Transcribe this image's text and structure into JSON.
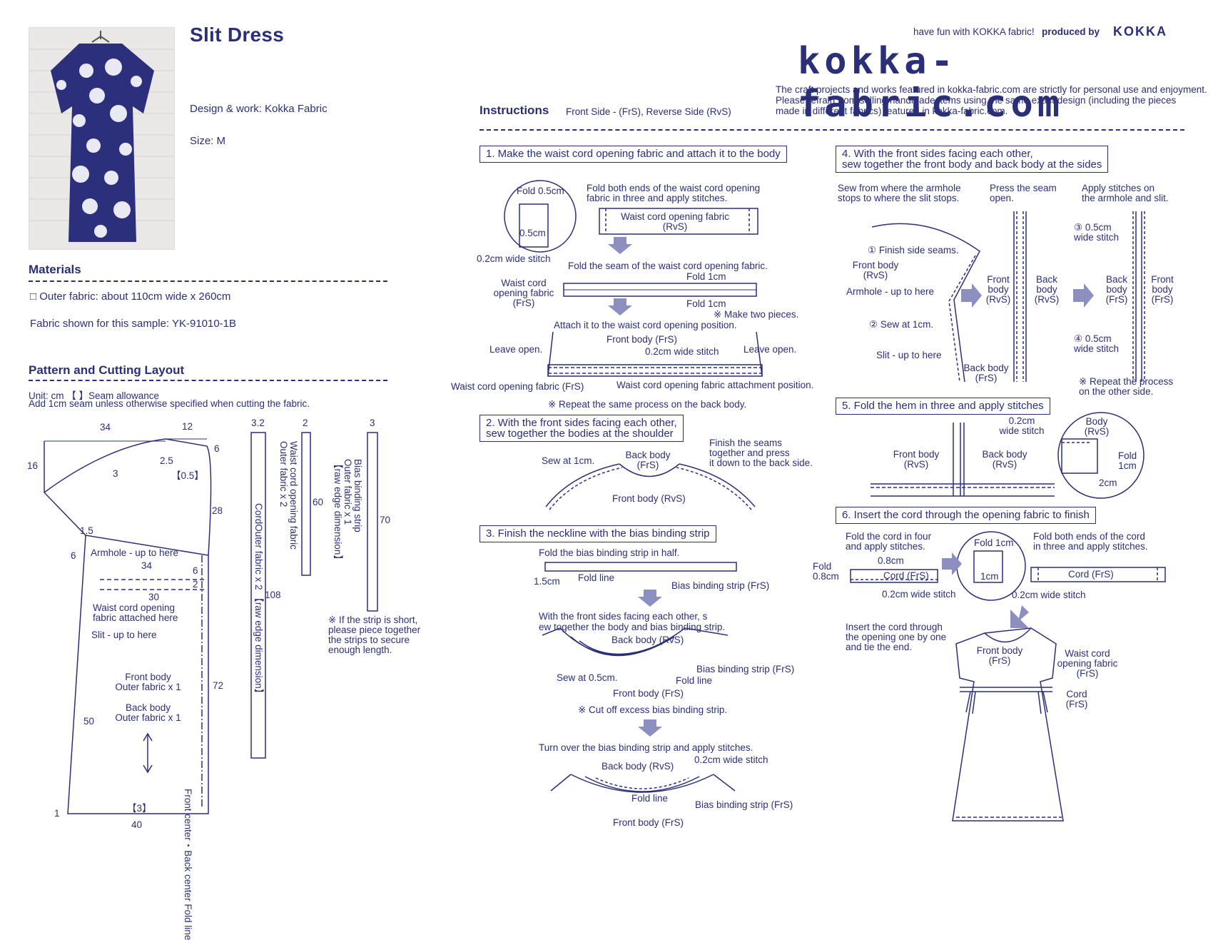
{
  "header": {
    "title": "Slit Dress",
    "design": "Design & work: Kokka Fabric",
    "size": "Size: M",
    "tagline": "have fun with KOKKA fabric!",
    "produced_by": "produced by",
    "kokka": "KOKKA",
    "site": "kokka-fabric.com",
    "notice": [
      "The craft projects and works featured in kokka-fabric.com are strictly for personal use and enjoyment.",
      "Please refrain from selling handmade items using the same exact design (including the pieces",
      "made in different fabrics) featured in kokka-fabric.com."
    ],
    "instructions": "Instructions",
    "sides": "Front Side - (FrS), Reverse Side (RvS)"
  },
  "materials": {
    "heading": "Materials",
    "outer": "□ Outer fabric: about 110cm wide x 260cm",
    "sample": "Fabric shown for this sample: YK-91010-1B"
  },
  "pattern": {
    "heading": "Pattern and Cutting Layout",
    "unit": "Unit: cm 【 】Seam allowance",
    "note": "Add 1cm seam unless otherwise specified when cutting the fabric.",
    "dims": {
      "d34": "34",
      "d12": "12",
      "d16": "16",
      "d6a": "6",
      "d3": "3",
      "d25": "2.5",
      "d05": "【0.5】",
      "d28": "28",
      "d15": "1.5",
      "d6b": "6",
      "d34b": "34",
      "d6c": "6",
      "d2": "2",
      "d30": "30",
      "d72": "72",
      "d50": "50",
      "d1": "1",
      "d3b": "【3】",
      "d40": "40"
    },
    "armhole": "Armhole - up to here",
    "waist_att": [
      "Waist cord opening",
      "fabric attached here"
    ],
    "slit": "Slit - up to here",
    "front_body": [
      "Front body",
      "Outer fabric x 1"
    ],
    "back_body": [
      "Back body",
      "Outer fabric x 1"
    ],
    "center": "Front center・Back center Fold line",
    "cord_w": "3.2",
    "cord_text": "CordOuter fabric x 2 【raw edge dimension】",
    "cord_len": "108",
    "wc_w": "2",
    "wc_text": [
      "Waist cord opening fabric",
      "Outer fabric x 2"
    ],
    "wc_len": "60",
    "bias_w": "3",
    "bias_text": [
      "Bias binding strip",
      "Outer fabric x 1",
      "【raw edge dimension】"
    ],
    "bias_len": "70",
    "strip_note": [
      "※ If the strip is short,",
      "please piece together",
      "the strips to secure",
      "enough length."
    ]
  },
  "step1": {
    "title": "1. Make the waist cord opening fabric and attach it to the body",
    "fold05": "Fold 0.5cm",
    "c05": "0.5cm",
    "fold_both": [
      "Fold both ends of the waist cord opening",
      "fabric in three and apply stitches."
    ],
    "wcof": [
      "Waist cord opening fabric",
      "(RvS)"
    ],
    "wide02": "0.2cm wide stitch",
    "fold_seam": "Fold the seam of the waist cord opening fabric.",
    "wcof_frs": [
      "Waist cord",
      "opening fabric",
      "(FrS)"
    ],
    "fold1a": "Fold 1cm",
    "fold1b": "Fold 1cm",
    "make_two": "※ Make two pieces.",
    "attach": "Attach it to the waist cord opening position.",
    "front_frs": "Front body (FrS)",
    "leave1": "Leave open.",
    "leave2": "Leave open.",
    "wide02b": "0.2cm wide stitch",
    "wcof_frs2": "Waist cord opening fabric (FrS)",
    "attach_pos": "Waist cord opening fabric attachment position.",
    "repeat": "※ Repeat the same process on the back body."
  },
  "step2": {
    "title": [
      "2. With the front sides facing each other,",
      "sew together the bodies at the shoulder"
    ],
    "sew1": "Sew at 1cm.",
    "back_frs": [
      "Back body",
      "(FrS)"
    ],
    "finish": [
      "Finish the seams",
      "together and press",
      "it down to the back side."
    ],
    "front_rvs": "Front body (RvS)"
  },
  "step3": {
    "title": "3. Finish the neckline with the bias binding strip",
    "fold_half": "Fold the bias binding strip in half.",
    "c15": "1.5cm",
    "fold_line": "Fold line",
    "bias_frs": "Bias binding strip (FrS)",
    "with_front": [
      "With the front sides facing each other, s",
      "ew together the body and bias binding strip."
    ],
    "back_rvs": "Back body (RvS)",
    "bias_frs2": "Bias binding strip (FrS)",
    "sew05": "Sew at 0.5cm.",
    "fold_line2": "Fold line",
    "front_frs": "Front body (FrS)",
    "cut_off": "※ Cut off excess bias binding strip.",
    "turn_over": "Turn over the bias binding strip and apply stitches.",
    "back_rvs2": "Back body (RvS)",
    "wide02": "0.2cm wide stitch",
    "fold_line3": "Fold line",
    "bias_frs3": "Bias binding strip (FrS)",
    "front_frs2": "Front body (FrS)"
  },
  "step4": {
    "title": [
      "4. With the front sides facing each other,",
      "sew together the front body and back body at the sides"
    ],
    "sew_from": [
      "Sew from where the armhole",
      "stops to where the slit stops."
    ],
    "press": [
      "Press the seam",
      "open."
    ],
    "apply": [
      "Apply stitches on",
      "the armhole and slit."
    ],
    "finish_side": "① Finish side seams.",
    "front_rvs": [
      "Front body",
      "(RvS)"
    ],
    "armhole": "Armhole - up to here",
    "sew1": "② Sew at 1cm.",
    "slit": "Slit - up to here",
    "back_frs": [
      "Back body",
      "(FrS)"
    ],
    "fb_rvs": [
      "Front",
      "body",
      "(RvS)"
    ],
    "bb_rvs": [
      "Back",
      "body",
      "(RvS)"
    ],
    "s3": [
      "③ 0.5cm",
      "wide stitch"
    ],
    "bb_frs": [
      "Back",
      "body",
      "(FrS)"
    ],
    "fb_frs": [
      "Front",
      "body",
      "(FrS)"
    ],
    "s4": [
      "④ 0.5cm",
      "wide stitch"
    ],
    "repeat": [
      "※ Repeat the process",
      "on the other side."
    ]
  },
  "step5": {
    "title": "5. Fold the hem in three and apply stitches",
    "front_rvs": [
      "Front body",
      "(RvS)"
    ],
    "back_rvs": [
      "Back body",
      "(RvS)"
    ],
    "wide": [
      "0.2cm",
      "wide stitch"
    ],
    "body_rvs": [
      "Body",
      "(RvS)"
    ],
    "fold1": [
      "Fold",
      "1cm"
    ],
    "c2": "2cm"
  },
  "step6": {
    "title": "6. Insert the cord through the opening fabric to finish",
    "fold_four": [
      "Fold the cord in four",
      "and apply stitches."
    ],
    "c08": "0.8cm",
    "fold08": [
      "Fold",
      "0.8cm"
    ],
    "cord_frs": "Cord (FrS)",
    "wide02": "0.2cm wide stitch",
    "fold1": "Fold 1cm",
    "c1": "1cm",
    "fold_both": [
      "Fold both ends of the cord",
      "in three and apply stitches."
    ],
    "cord_frs2": "Cord (FrS)",
    "wide02b": "0.2cm wide stitch",
    "insert": [
      "Insert the cord through",
      "the opening one by one",
      "and tie the end."
    ],
    "front_frs": [
      "Front body",
      "(FrS)"
    ],
    "wcof": [
      "Waist cord",
      "opening fabric",
      "(FrS)"
    ],
    "cord": [
      "Cord",
      "(FrS)"
    ]
  }
}
